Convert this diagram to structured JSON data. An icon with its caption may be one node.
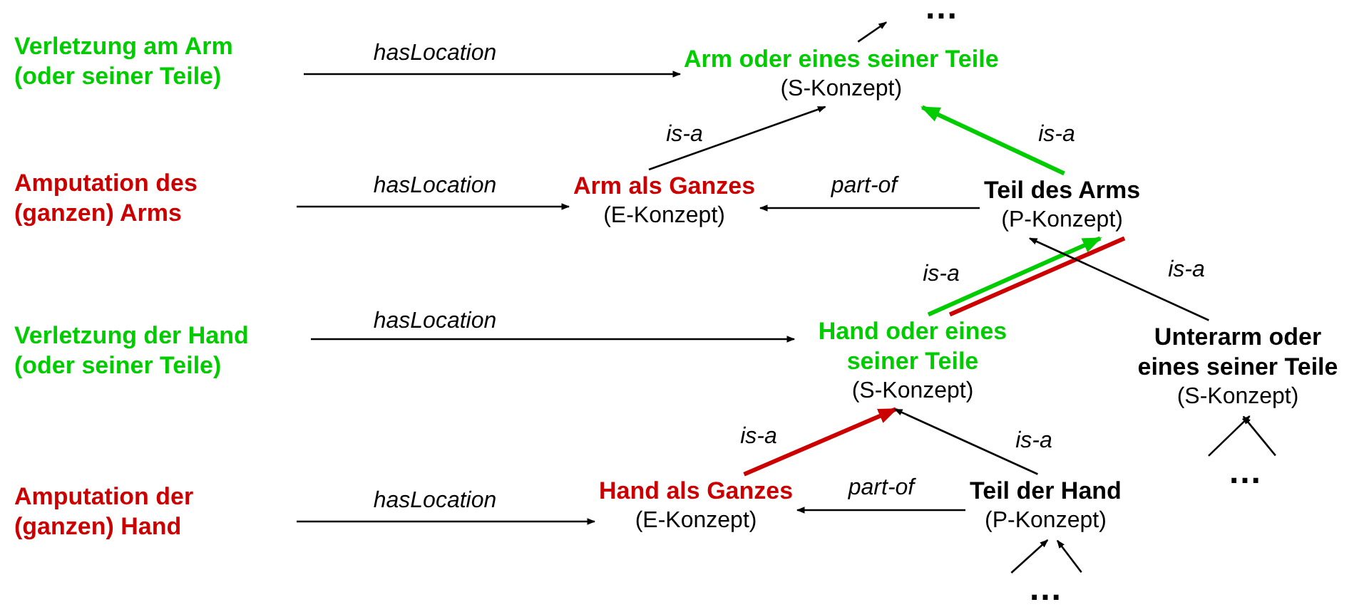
{
  "diagram": {
    "nodes": [
      {
        "text": [
          "Verletzung am Arm (oder seiner Teile)"
        ]
      },
      {
        "text": [
          "Amputation des (ganzen) Arms"
        ]
      },
      {
        "text": [
          "Verletzung der Hand (oder seiner Teile)"
        ]
      },
      {
        "text": [
          "Amputation der (ganzen) Hand"
        ]
      },
      {
        "text": [
          "Arm oder eines seiner Teile",
          "(S-Konzept)"
        ]
      },
      {
        "text": [
          "Arm als Ganzes",
          "(E-Konzept)"
        ]
      },
      {
        "text": [
          "Teil des Arms",
          "(P-Konzept)"
        ]
      },
      {
        "text": [
          "Hand oder eines seiner Teile",
          "(S-Konzept)"
        ]
      },
      {
        "text": [
          "Unterarm oder eines seiner Teile",
          "(S-Konzept)"
        ]
      },
      {
        "text": [
          "Hand als Ganzes",
          "(E-Konzept)"
        ]
      },
      {
        "text": [
          "Teil der Hand",
          "(P-Konzept)"
        ]
      },
      {
        "text": [
          "…"
        ]
      },
      {
        "text": [
          "…"
        ]
      },
      {
        "text": [
          "…"
        ]
      }
    ],
    "edges": [
      {
        "from": 0,
        "to": 4,
        "arrow": "to",
        "label": "hasLocation"
      },
      {
        "from": 1,
        "to": 5,
        "arrow": "to",
        "label": "hasLocation"
      },
      {
        "from": 2,
        "to": 7,
        "arrow": "to",
        "label": "hasLocation"
      },
      {
        "from": 3,
        "to": 9,
        "arrow": "to",
        "label": "hasLocation"
      },
      {
        "from": 5,
        "to": 4,
        "arrow": "to",
        "label": "is-a"
      },
      {
        "from": 6,
        "to": 4,
        "arrow": "to",
        "label": "is-a",
        "style": "thick",
        "color": "#00cc00"
      },
      {
        "from": 6,
        "to": 5,
        "arrow": "to",
        "label": "part-of"
      },
      {
        "from": 7,
        "to": 6,
        "arrow": "to",
        "label": "is-a",
        "style": "thick",
        "color": "#00cc00"
      },
      {
        "from": 7,
        "to": 6,
        "arrow": "none",
        "style": "thick",
        "color": "#cc0000"
      },
      {
        "from": 8,
        "to": 6,
        "arrow": "to",
        "label": "is-a"
      },
      {
        "from": 9,
        "to": 7,
        "arrow": "to",
        "label": "is-a",
        "style": "thick",
        "color": "#cc0000"
      },
      {
        "from": 10,
        "to": 7,
        "arrow": "to",
        "label": "is-a"
      },
      {
        "from": 10,
        "to": 9,
        "arrow": "to",
        "label": "part-of"
      },
      {
        "from": 4,
        "to": 11,
        "arrow": "to"
      },
      {
        "from": 12,
        "to": 8,
        "arrow": "to"
      },
      {
        "from": 12,
        "to": 8,
        "arrow": "to"
      },
      {
        "from": 13,
        "to": 10,
        "arrow": "to"
      },
      {
        "from": 13,
        "to": 10,
        "arrow": "to"
      }
    ]
  }
}
